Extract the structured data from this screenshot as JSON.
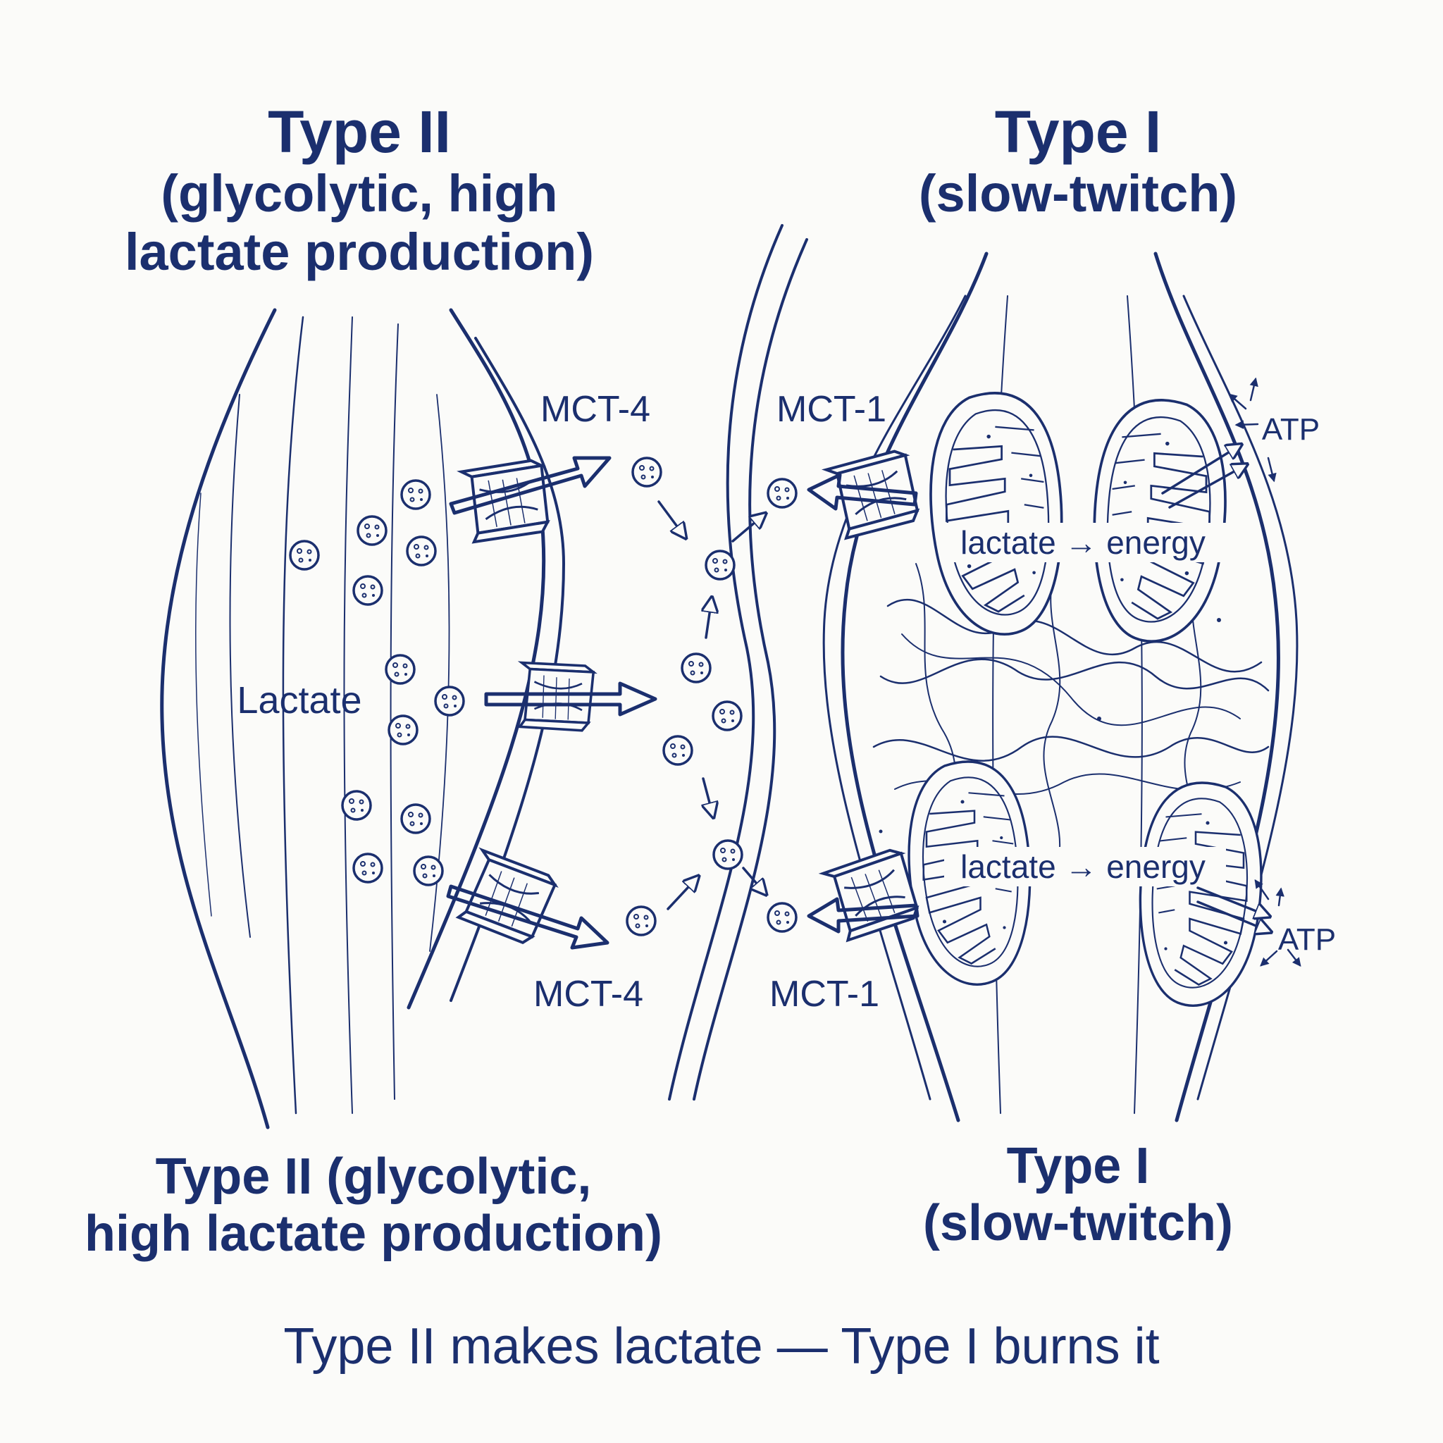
{
  "titles": {
    "top_left": [
      "Type II",
      "(glycolytic, high",
      "lactate production)"
    ],
    "top_right": [
      "Type I",
      "(slow-twitch)"
    ],
    "bottom_left": [
      "Type II (glycolytic,",
      "high lactate production)"
    ],
    "bottom_right": [
      "Type I",
      "(slow-twitch)"
    ]
  },
  "labels": {
    "mct4_top": "MCT-4",
    "mct4_bottom": "MCT-4",
    "mct1_top": "MCT-1",
    "mct1_bottom": "MCT-1",
    "lactate": "Lactate",
    "conversion_top": "lactate → energy",
    "conversion_bottom": "lactate → energy",
    "atp_top": "ATP",
    "atp_bottom": "ATP"
  },
  "caption": "Type II makes lactate — Type I burns it",
  "colors": {
    "ink": "#1b2f6e",
    "background": "#fbfbf9"
  }
}
